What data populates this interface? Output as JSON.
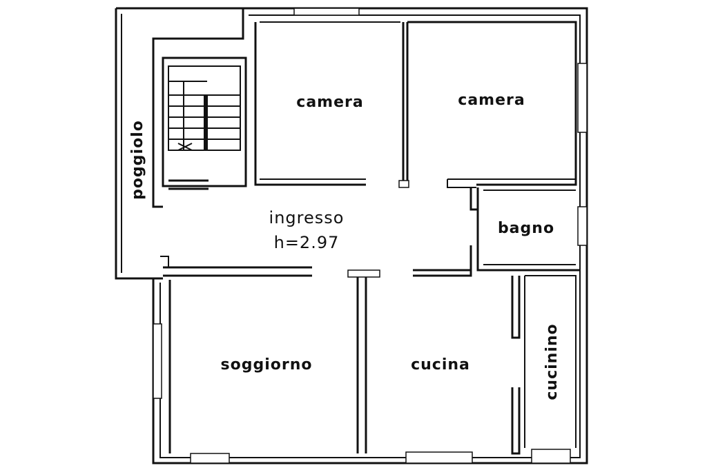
{
  "rooms": {
    "camera_left": "camera",
    "camera_right": "camera",
    "ingresso": "ingresso",
    "height": "h=2.97",
    "bagno": "bagno",
    "soggiorno": "soggiorno",
    "cucina": "cucina",
    "cucinino": "cucinino",
    "poggiolo": "poggiolo"
  }
}
